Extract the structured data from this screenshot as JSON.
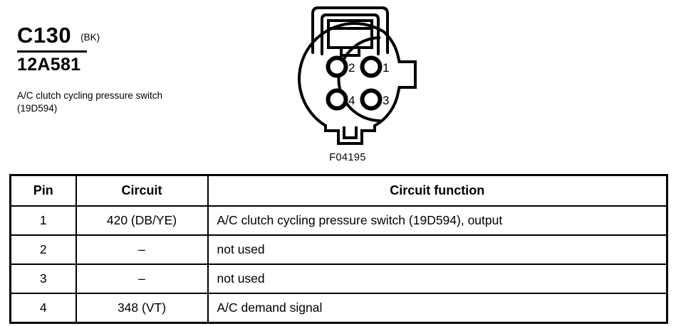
{
  "connector": {
    "id": "C130",
    "color_code": "(BK)",
    "part_number": "12A581",
    "description": "A/C clutch cycling pressure switch (19D594)",
    "figure_code": "F04195",
    "pin_markers": [
      "2",
      "1",
      "4",
      "3"
    ]
  },
  "table": {
    "headers": {
      "pin": "Pin",
      "circuit": "Circuit",
      "function": "Circuit function"
    },
    "rows": [
      {
        "pin": "1",
        "circuit": "420 (DB/YE)",
        "function": "A/C clutch cycling pressure switch (19D594), output"
      },
      {
        "pin": "2",
        "circuit": "–",
        "function": "not used"
      },
      {
        "pin": "3",
        "circuit": "–",
        "function": "not used"
      },
      {
        "pin": "4",
        "circuit": "348 (VT)",
        "function": "A/C demand signal"
      }
    ]
  },
  "colors": {
    "ink": "#000000",
    "background": "#ffffff"
  }
}
